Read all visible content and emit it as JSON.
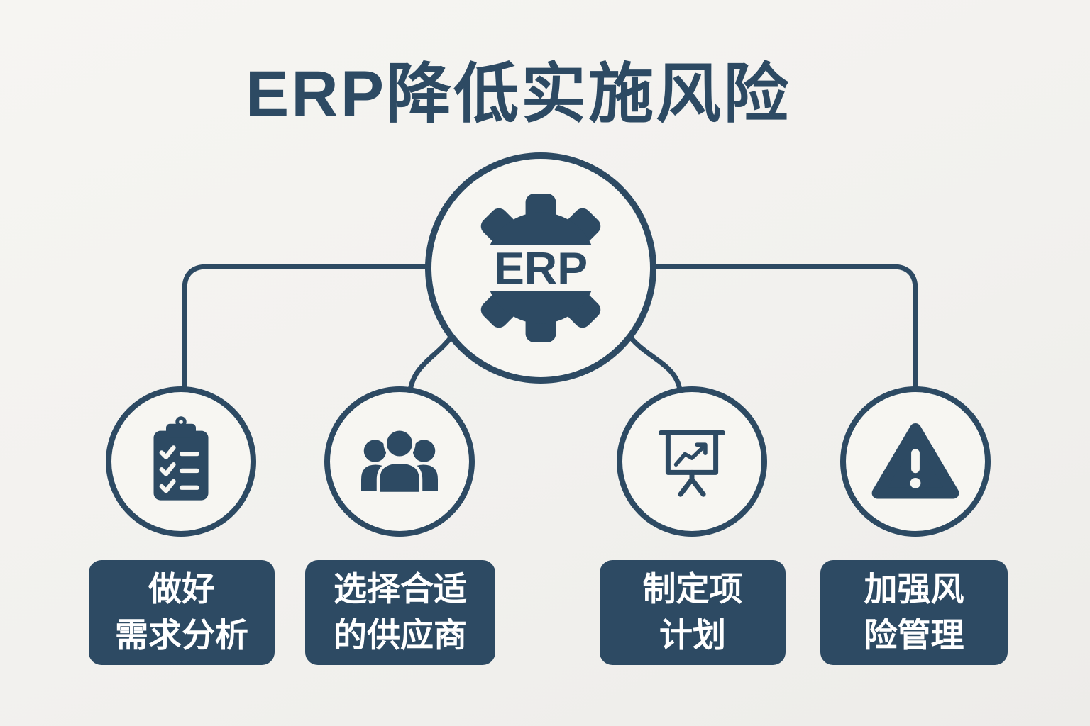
{
  "title": "ERP降低实施风险",
  "colors": {
    "primary": "#2d4a63",
    "background": "#f3f2ef",
    "circle_fill": "#f7f6f2",
    "label_bg": "#2d4a63",
    "label_text": "#ffffff"
  },
  "center": {
    "label": "ERP",
    "icon": "gear-icon"
  },
  "nodes": [
    {
      "id": "requirements-analysis",
      "icon": "clipboard-checklist-icon",
      "label_line1": "做好",
      "label_line2": "需求分析"
    },
    {
      "id": "vendor-selection",
      "icon": "people-group-icon",
      "label_line1": "选择合适",
      "label_line2": "的供应商"
    },
    {
      "id": "project-plan",
      "icon": "presentation-chart-icon",
      "label_line1": "制定项",
      "label_line2": "计划"
    },
    {
      "id": "risk-management",
      "icon": "warning-triangle-icon",
      "label_line1": "加强风",
      "label_line2": "险管理"
    }
  ]
}
